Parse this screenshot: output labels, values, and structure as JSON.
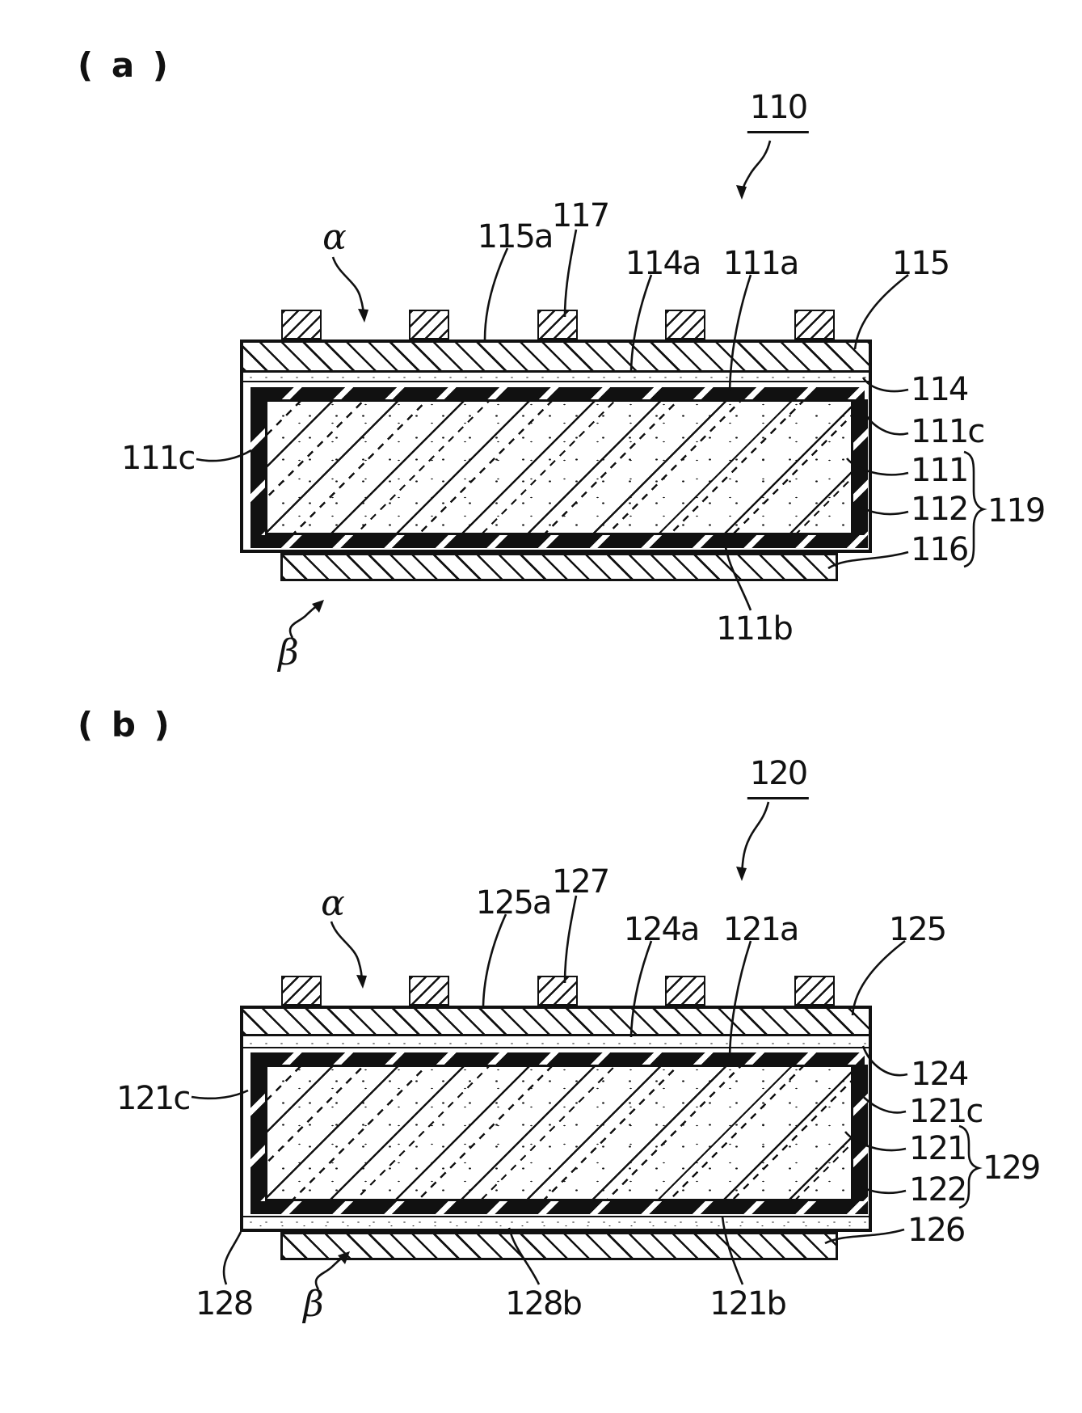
{
  "a": {
    "panel": "( a )",
    "module": "110",
    "alpha": "α",
    "beta": "β",
    "l115a": "115a",
    "l117": "117",
    "l114a": "114a",
    "l111a": "111a",
    "l115": "115",
    "l114": "114",
    "l111c_r": "111c",
    "l111": "111",
    "l112": "112",
    "l119": "119",
    "l116": "116",
    "l111c_l": "111c",
    "l111b": "111b"
  },
  "b": {
    "panel": "( b )",
    "module": "120",
    "alpha": "α",
    "beta": "β",
    "l125a": "125a",
    "l127": "127",
    "l124a": "124a",
    "l121a": "121a",
    "l125": "125",
    "l124": "124",
    "l121c_r": "121c",
    "l121": "121",
    "l122": "122",
    "l129": "129",
    "l126": "126",
    "l121c_l": "121c",
    "l128": "128",
    "l128b": "128b",
    "l121b": "121b"
  }
}
